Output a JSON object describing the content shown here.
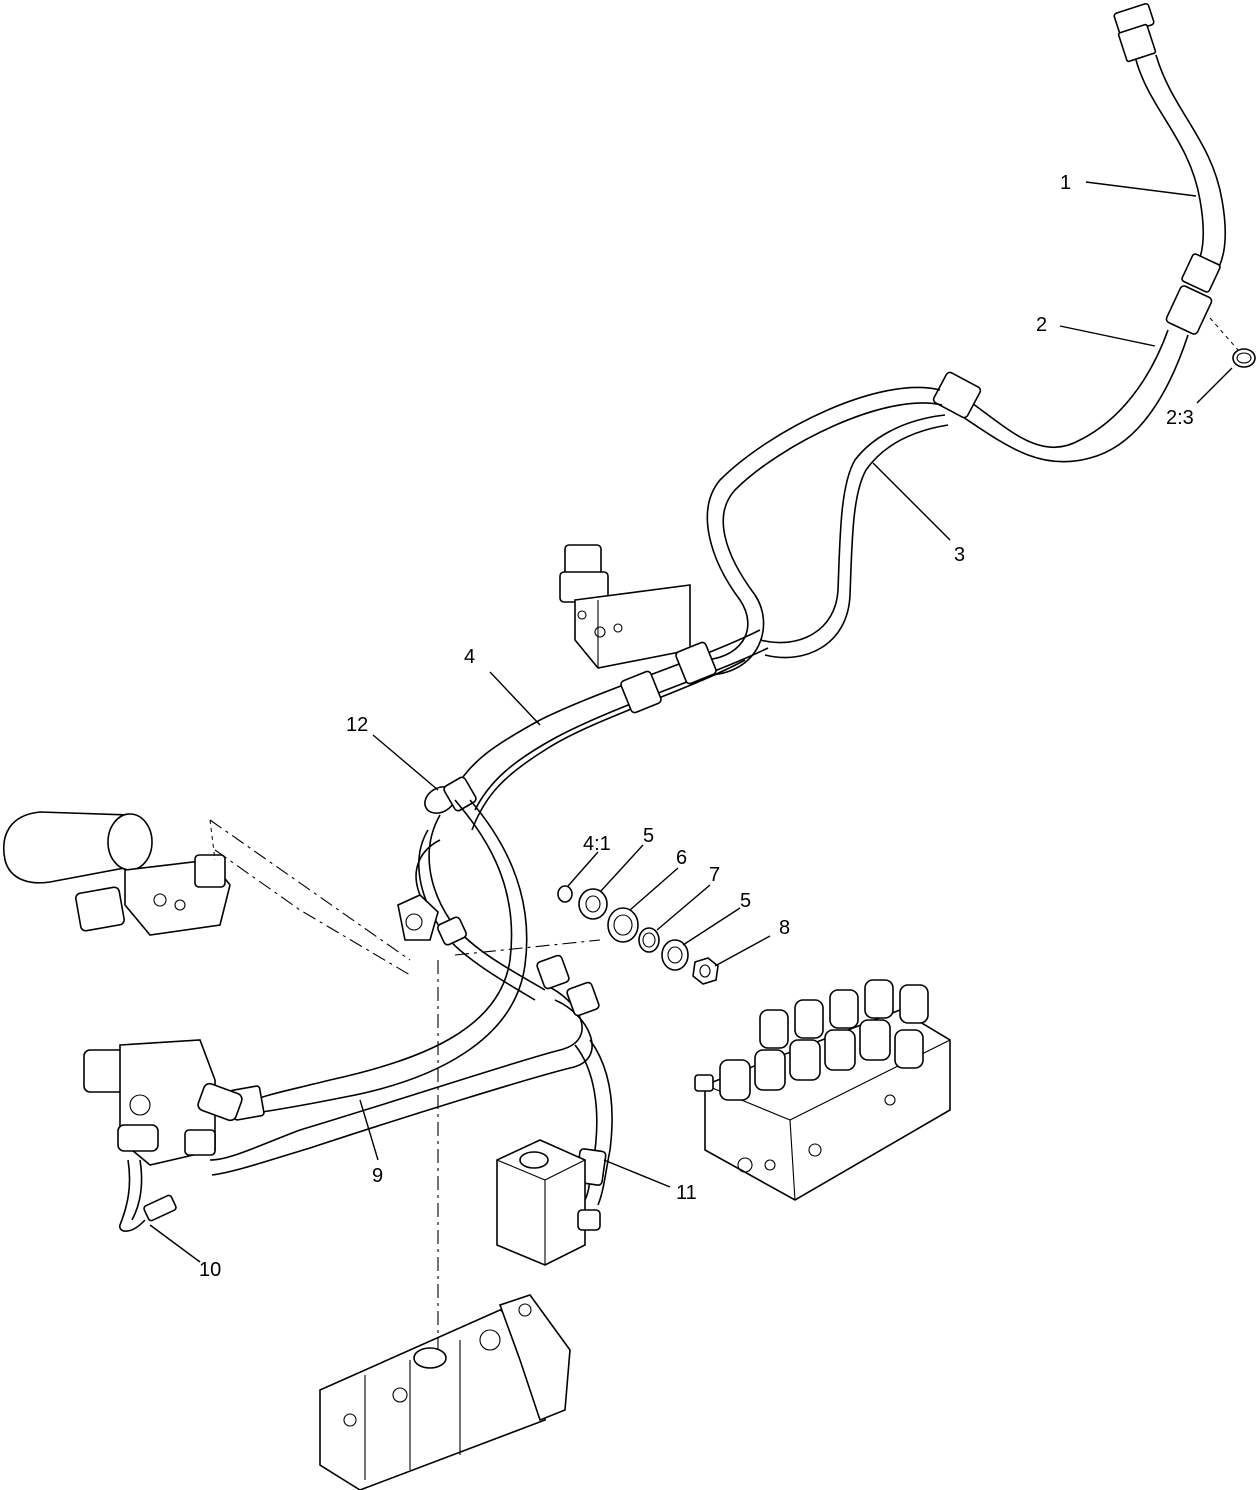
{
  "callouts": [
    {
      "id": "c1",
      "label": "1"
    },
    {
      "id": "c2",
      "label": "2"
    },
    {
      "id": "c2-3",
      "label": "2:3"
    },
    {
      "id": "c3",
      "label": "3"
    },
    {
      "id": "c4",
      "label": "4"
    },
    {
      "id": "c12",
      "label": "12"
    },
    {
      "id": "c4-1",
      "label": "4:1"
    },
    {
      "id": "c5a",
      "label": "5"
    },
    {
      "id": "c6",
      "label": "6"
    },
    {
      "id": "c7",
      "label": "7"
    },
    {
      "id": "c5b",
      "label": "5"
    },
    {
      "id": "c8",
      "label": "8"
    },
    {
      "id": "c9",
      "label": "9"
    },
    {
      "id": "c11",
      "label": "11"
    },
    {
      "id": "c10",
      "label": "10"
    }
  ]
}
